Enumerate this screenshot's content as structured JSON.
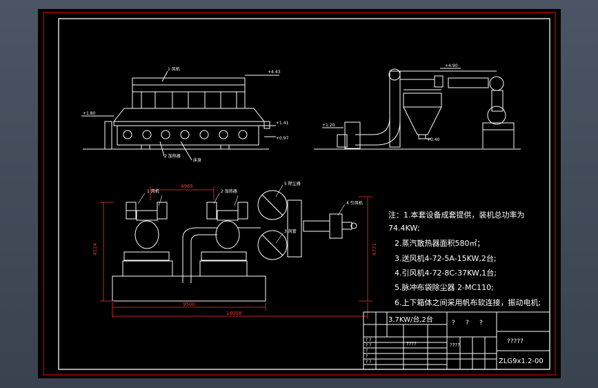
{
  "colors": {
    "background": "#000000",
    "frame": "#ffffff",
    "outer_border": "#ff0000",
    "dimension": "#ff3030",
    "drawing": "#ffffff",
    "label": "#ffffff",
    "viewer": "#465060"
  },
  "elevation_labels": {
    "top1": "+4.43",
    "top2": "+1.80",
    "top3": "+1.41",
    "top4": "+0.97",
    "right1": "+4.90",
    "right2": "+1.20",
    "right3": "+0.40"
  },
  "dimensions": {
    "top_span": "4965",
    "height_left": "4114",
    "height_right": "6771",
    "width_mid": "9500",
    "width_total": "16008"
  },
  "callouts": {
    "c1": "1 风机",
    "c2": "2 加热器",
    "c3": "3 风管",
    "c4": "4 引风机",
    "c5": "5 除尘器",
    "bed_label": "床身"
  },
  "notes": {
    "n1a": "注：1.本套设备成套提供，装机总功率为",
    "n1b": "74.4KW;",
    "n2": "2.蒸汽散热器面积580㎡；",
    "n3": "3.送风机4-72-5A-15KW,2台;",
    "n4": "4.引风机4-72-8C-37KW,1台;",
    "n5": "5.脉冲布袋除尘器 2-MC110;",
    "n6": "6.上下箱体之间采用帆布软连接，振动电机;"
  },
  "title_block": {
    "power_cell": "3.7KW/台,2台",
    "q1": "?",
    "q2": "?",
    "q3": "?",
    "mid_q": "????",
    "small_q": "????",
    "name_q": "?????",
    "drawing_no": "ZLG9x1.2-00",
    "cell_q": "?",
    "cell_qq": "? ?"
  }
}
